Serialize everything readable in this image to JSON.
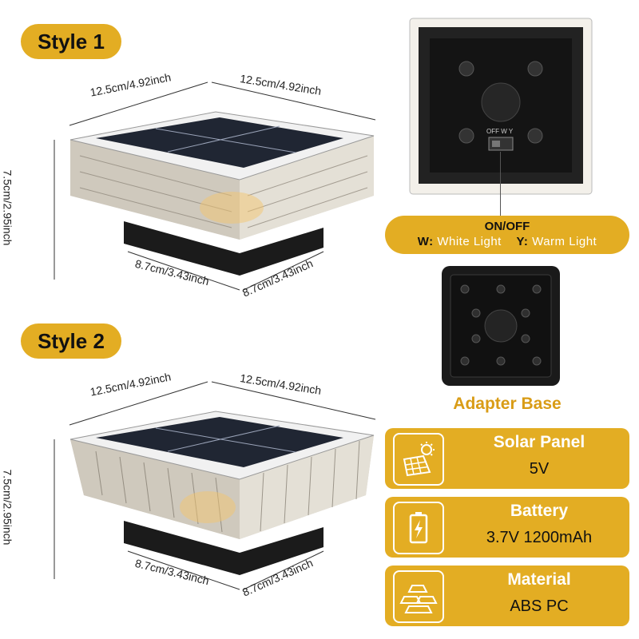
{
  "style1": {
    "label": "Style 1",
    "width_top": "12.5cm/4.92inch",
    "depth_top": "12.5cm/4.92inch",
    "height": "7.5cm/2.95inch",
    "base_width": "8.7cm/3.43inch",
    "base_depth": "8.7cm/3.43inch"
  },
  "style2": {
    "label": "Style 2",
    "width_top": "12.5cm/4.92inch",
    "depth_top": "12.5cm/4.92inch",
    "height": "7.5cm/2.95inch",
    "base_width": "8.7cm/3.43inch",
    "base_depth": "8.7cm/3.43inch"
  },
  "switch": {
    "panel_label": "OFF W Y",
    "title": "ON/OFF",
    "w_key": "W:",
    "w_text": "White Light",
    "y_key": "Y:",
    "y_text": "Warm Light"
  },
  "adapter": {
    "title": "Adapter Base"
  },
  "features": [
    {
      "title": "Solar Panel",
      "value": "5V",
      "icon": "solar-sun-icon"
    },
    {
      "title": "Battery",
      "value": "3.7V  1200mAh",
      "icon": "battery-icon"
    },
    {
      "title": "Material",
      "value": "ABS  PC",
      "icon": "material-bars-icon"
    }
  ],
  "colors": {
    "accent": "#e3ad23",
    "adapter_title": "#d99c16",
    "light_body": "#1c1c1c"
  }
}
